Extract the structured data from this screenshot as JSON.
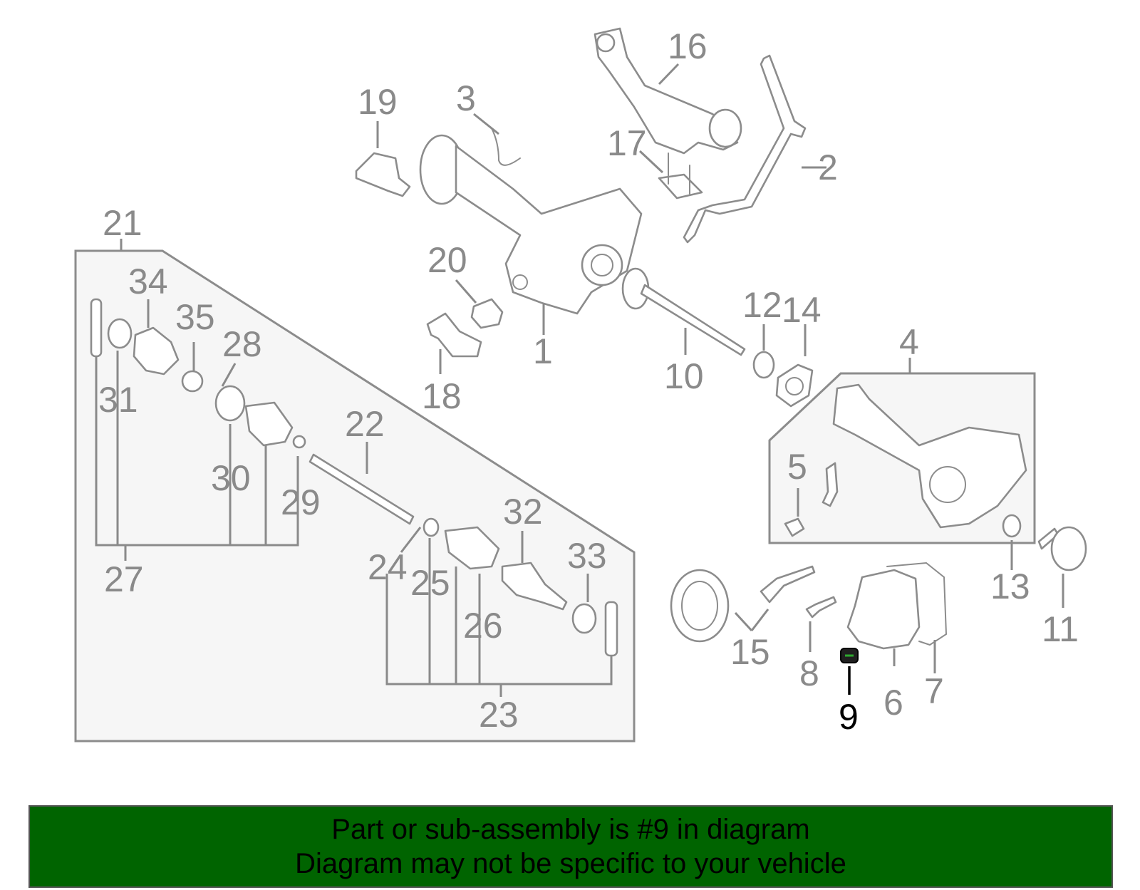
{
  "diagram": {
    "callouts": [
      {
        "id": "1",
        "label": "1"
      },
      {
        "id": "2",
        "label": "2"
      },
      {
        "id": "3",
        "label": "3"
      },
      {
        "id": "4",
        "label": "4"
      },
      {
        "id": "5",
        "label": "5"
      },
      {
        "id": "6",
        "label": "6"
      },
      {
        "id": "7",
        "label": "7"
      },
      {
        "id": "8",
        "label": "8"
      },
      {
        "id": "9",
        "label": "9"
      },
      {
        "id": "10",
        "label": "10"
      },
      {
        "id": "11",
        "label": "11"
      },
      {
        "id": "12",
        "label": "12"
      },
      {
        "id": "13",
        "label": "13"
      },
      {
        "id": "14",
        "label": "14"
      },
      {
        "id": "15",
        "label": "15"
      },
      {
        "id": "16",
        "label": "16"
      },
      {
        "id": "17",
        "label": "17"
      },
      {
        "id": "18",
        "label": "18"
      },
      {
        "id": "19",
        "label": "19"
      },
      {
        "id": "20",
        "label": "20"
      },
      {
        "id": "21",
        "label": "21"
      },
      {
        "id": "22",
        "label": "22"
      },
      {
        "id": "23",
        "label": "23"
      },
      {
        "id": "24",
        "label": "24"
      },
      {
        "id": "25",
        "label": "25"
      },
      {
        "id": "26",
        "label": "26"
      },
      {
        "id": "27",
        "label": "27"
      },
      {
        "id": "28",
        "label": "28"
      },
      {
        "id": "29",
        "label": "29"
      },
      {
        "id": "30",
        "label": "30"
      },
      {
        "id": "31",
        "label": "31"
      },
      {
        "id": "32",
        "label": "32"
      },
      {
        "id": "33",
        "label": "33"
      },
      {
        "id": "34",
        "label": "34"
      },
      {
        "id": "35",
        "label": "35"
      }
    ],
    "highlighted_part": "9",
    "colors": {
      "callout": "#8a8a8a",
      "highlight": "#000000",
      "panel_fill": "#f6f6f6",
      "highlight_part": "#1a7a1a"
    }
  },
  "banner": {
    "line1": "Part or sub-assembly is #9 in diagram",
    "line2": "Diagram may not be specific to your vehicle",
    "background": "#006400"
  }
}
